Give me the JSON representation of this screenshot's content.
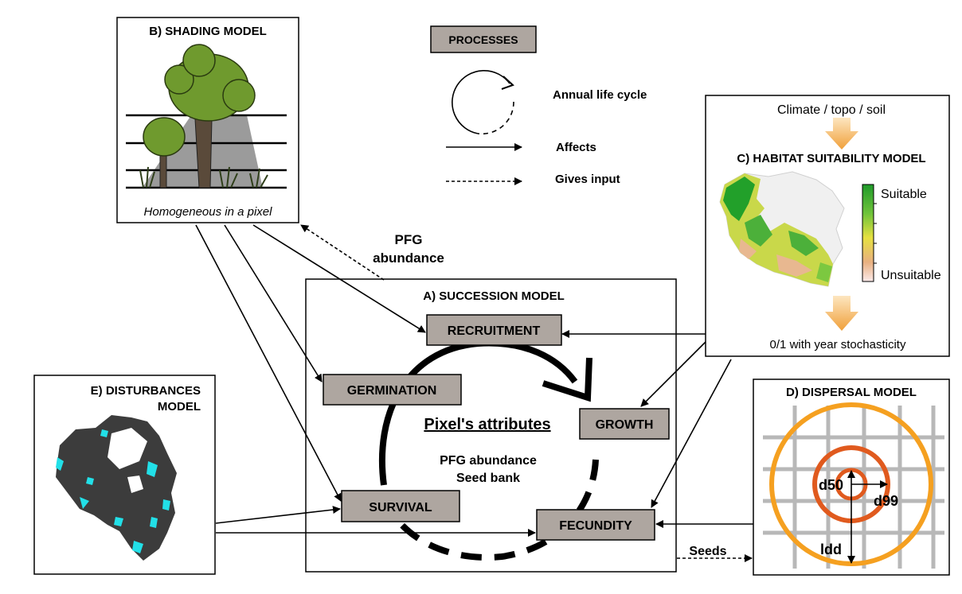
{
  "legend": {
    "title": "PROCESSES",
    "annual_cycle": "Annual life cycle",
    "affects": "Affects",
    "gives_input": "Gives input"
  },
  "panels": {
    "shading": {
      "title": "B) SHADING MODEL",
      "caption": "Homogeneous in a pixel"
    },
    "habitat": {
      "title": "C) HABITAT SUITABILITY MODEL",
      "input": "Climate / topo / soil",
      "output": "0/1 with year stochasticity",
      "scale_high": "Suitable",
      "scale_low": "Unsuitable"
    },
    "succession": {
      "title": "A) SUCCESSION MODEL",
      "attributes_title": "Pixel's attributes",
      "attributes_line1": "PFG abundance",
      "attributes_line2": "Seed bank"
    },
    "disturbances": {
      "title_line1": "E) DISTURBANCES",
      "title_line2": "MODEL"
    },
    "dispersal": {
      "title": "D) DISPERSAL MODEL",
      "d50": "d50",
      "d99": "d99",
      "ldd": "ldd"
    }
  },
  "processes": {
    "recruitment": "RECRUITMENT",
    "germination": "GERMINATION",
    "growth": "GROWTH",
    "survival": "SURVIVAL",
    "fecundity": "FECUNDITY"
  },
  "edge_labels": {
    "pfg_line1": "PFG",
    "pfg_line2": "abundance",
    "seeds": "Seeds"
  },
  "colors": {
    "process_box": "#aea6a0",
    "tree_foliage": "#6f9a2e",
    "tree_trunk": "#5a4a3a",
    "shade_cone": "#8a8a8a",
    "orange_arrow": "#f0a03a",
    "disturbance_map": "#3c3c3c",
    "disturbance_spots": "#22e0e8",
    "dispersal_outer": "#f5a020",
    "dispersal_inner": "#e05a1e",
    "grid": "#b8b8b8"
  }
}
